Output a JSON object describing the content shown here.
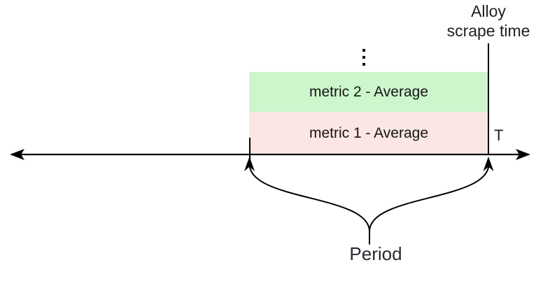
{
  "diagram": {
    "timeline": {
      "end_label": "T"
    },
    "scrape_marker": {
      "label_line1": "Alloy",
      "label_line2": "scrape time"
    },
    "metrics": [
      {
        "label": "metric 1 - Average",
        "fill": "#fbe6e4"
      },
      {
        "label": "metric 2 - Average",
        "fill": "#cdf6cc"
      }
    ],
    "period": {
      "label": "Period"
    },
    "icons": {
      "more_metrics": "vertical-ellipsis"
    },
    "colors": {
      "stroke": "#000000",
      "text": "#1c1f23"
    }
  }
}
